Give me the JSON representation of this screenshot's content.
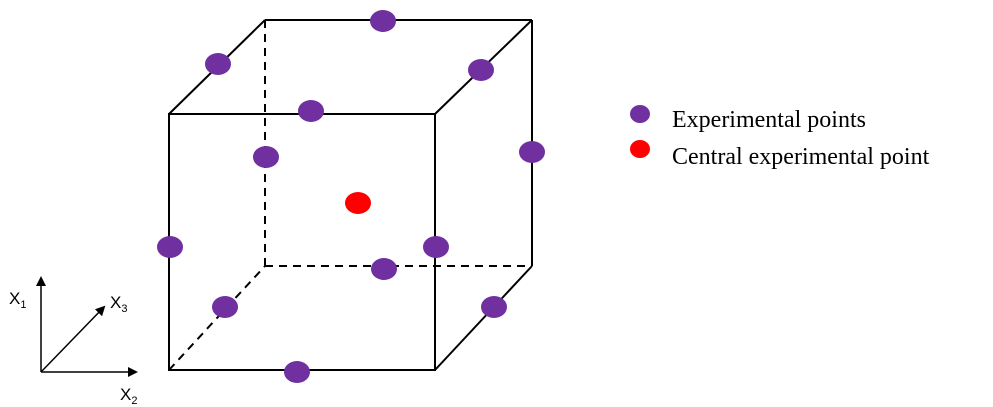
{
  "legend": {
    "items": [
      {
        "label": "Experimental points",
        "color": "#7030a0"
      },
      {
        "label": "Central experimental point",
        "color": "#ff0000"
      }
    ]
  },
  "axes": {
    "x1": {
      "letter": "X",
      "subscript": "1"
    },
    "x2": {
      "letter": "X",
      "subscript": "2"
    },
    "x3": {
      "letter": "X",
      "subscript": "3"
    }
  },
  "colors": {
    "edge": "#000000",
    "experimental_point": "#7030a0",
    "central_point": "#ff0000"
  }
}
